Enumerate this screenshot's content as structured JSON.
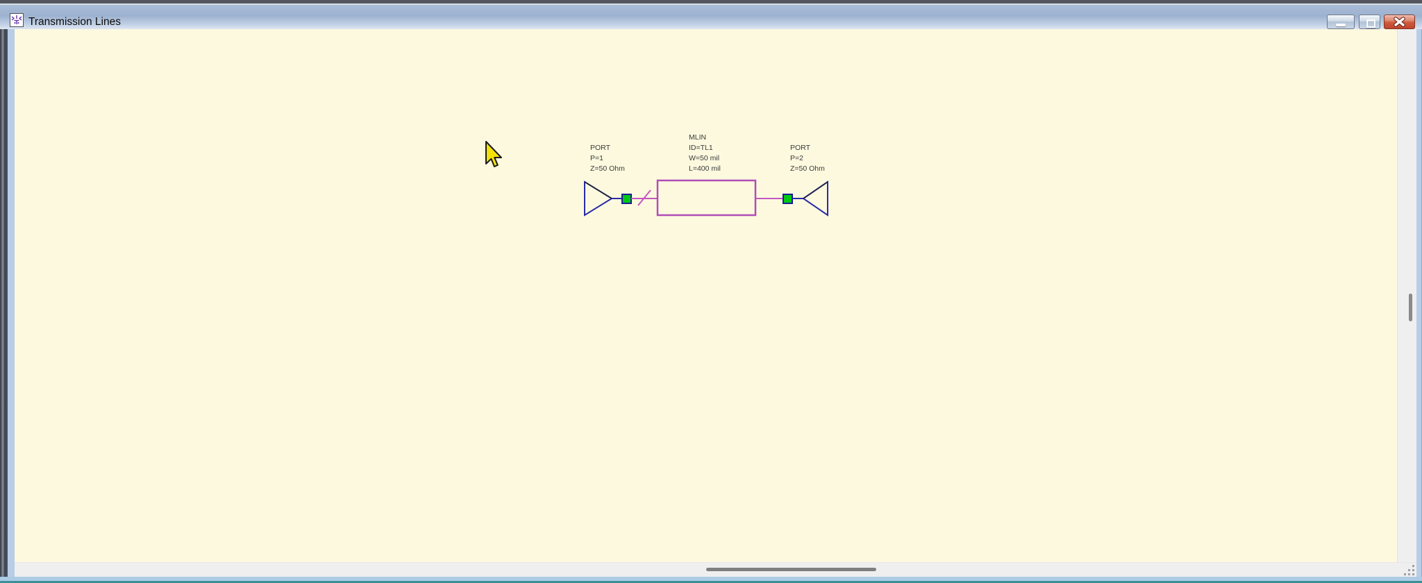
{
  "window": {
    "title": "Transmission Lines",
    "icon": "schematic-document-icon",
    "controls": {
      "minimize": "minimize",
      "restore": "restore-down",
      "close": "close"
    }
  },
  "schematic": {
    "port1": {
      "labels": [
        "PORT",
        "P=1",
        "Z=50 Ohm"
      ]
    },
    "mlin": {
      "labels": [
        "MLIN",
        "ID=TL1",
        "W=50 mil",
        "L=400 mil"
      ]
    },
    "port2": {
      "labels": [
        "PORT",
        "P=2",
        "Z=50 Ohm"
      ]
    }
  },
  "colors": {
    "canvas_bg": "#fcf9df",
    "titlebar_top": "#a9bcd7",
    "titlebar_bottom": "#dfe7f3",
    "wire_magenta": "#c356c3",
    "component_outline": "#b14cb8",
    "port_outline": "#2a2aa6",
    "node_green": "#00c814",
    "node_border": "#1c1c96",
    "label_text": "#3a3a3a",
    "close_button_red": "#c1452c",
    "cursor_yellow": "#f2e20a",
    "frame_blue": "#b9cde6",
    "frame_teal": "#3b8f96"
  }
}
